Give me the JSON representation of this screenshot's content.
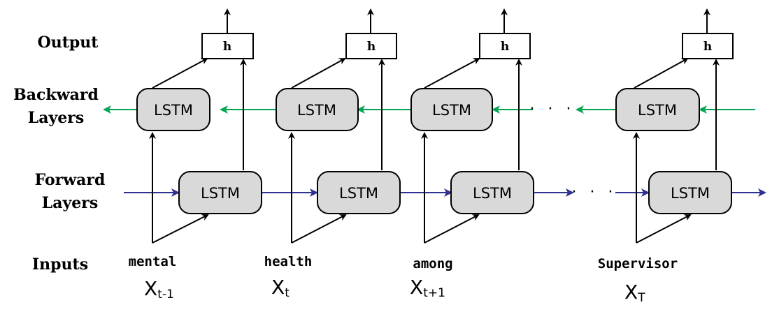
{
  "row_labels": {
    "output": "Output",
    "backward": [
      "Backward",
      "Layers"
    ],
    "forward": [
      "Forward",
      "Layers"
    ],
    "inputs": "Inputs"
  },
  "cell_label": "LSTM",
  "output_label": "h",
  "ellipsis": "· · ·",
  "timesteps": [
    {
      "word": "mental",
      "x_base": "X",
      "x_sub": "t-1"
    },
    {
      "word": "health",
      "x_base": "X",
      "x_sub": "t"
    },
    {
      "word": "among",
      "x_base": "X",
      "x_sub": "t+1"
    },
    {
      "word": "Supervisor",
      "x_base": "X",
      "x_sub": "T"
    }
  ],
  "colors": {
    "forward_arrow": "#2e3192",
    "backward_arrow": "#00a651",
    "cell_fill": "#d9d9d9",
    "stroke": "#000000"
  }
}
